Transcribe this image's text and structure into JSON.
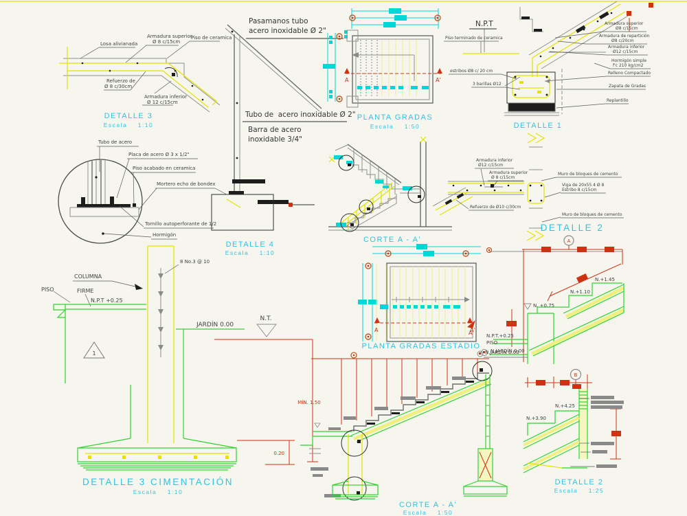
{
  "colors": {
    "background": "#f6f6ee",
    "yellow": "#e3e300",
    "pale_yellow": "#efef8e",
    "cyan_dim": "#00d8d8",
    "cyan_title": "#2cc3e2",
    "green": "#2fd32f",
    "red": "#cf3212",
    "gray_line": "#8f8f8f",
    "dark": "#2d2d2d",
    "label": "#3f3f3f"
  },
  "detalle3_losa": {
    "title": "DETALLE 3",
    "scale": "Escala    1:10",
    "losa": "Losa alivianada",
    "armadura_superior_1": "Armadura superior",
    "armadura_superior_2": "Ø 8 c/15cm",
    "piso": "Piso de ceramica",
    "refuerzo_1": "Refuerzo de",
    "refuerzo_2": "Ø 8 c/30cm",
    "armadura_inferior_1": "Armadura inferior",
    "armadura_inferior_2": "Ø 12 c/15cm"
  },
  "pasamanos": {
    "linea_1": "Pasamanos tubo",
    "linea_2": "acero inoxidable Ø 2\"",
    "tubo": "Tubo de  acero inoxidable Ø 2\"",
    "barra_1": "Barra de acero",
    "barra_2": "inoxidable 3/4\""
  },
  "detalle_circular": {
    "tubo": "Tubo de acero",
    "placa": "Placa de acero Ø 3 x 1/2\"",
    "piso": "Piso acabado en ceramica",
    "mortero": "Mortero echo de bondex",
    "tornillo": "Tornillo autoperforante de 1/2",
    "hormigon": "Hormigón"
  },
  "detalle4": {
    "title": "DETALLE 4",
    "scale": "Escala    1:10"
  },
  "planta_gradas": {
    "title": "PLANTA GRADAS",
    "scale": "Escala    1:50",
    "marca_a": "A",
    "marca_a2": "A'"
  },
  "detalle1": {
    "title": "DETALLE 1",
    "npt": "N.P.T",
    "piso_terminado": "Piso terminado de ceramica",
    "estribos": "estribos Ø8 c/ 20 cm",
    "barillas": "3 barillas Ø12",
    "armadura_superior_1": "Armadura superior",
    "armadura_superior_2": "Ø8 c/15cm",
    "armadura_reparticion_1": "Armadura de repartición",
    "armadura_reparticion_2": "Ø8 c/20cm",
    "armadura_inferior_1": "Armadura inferior",
    "armadura_inferior_2": "Ø12 c/15cm",
    "hormigon_1": "Hormigón simple",
    "hormigon_2": "f'c 210 kg/cm2",
    "relleno": "Relleno Compactado",
    "zapata": "Zapata de Gradas",
    "replantillo": "Replantillo"
  },
  "corte_aa": {
    "title": "CORTE A - A'"
  },
  "detalle2_muro": {
    "title": "DETALLE 2",
    "burbuja": "A",
    "armadura_inferior_1": "Armadura inferior",
    "armadura_inferior_2": "Ø12 c/15cm",
    "armadura_superior_1": "Armadura superior",
    "armadura_superior_2": "Ø 8 c/15cm",
    "muro_superior": "Muro de bloques de cemento",
    "viga_1": "Viga de 20x55 4 Ø 8",
    "viga_2": "Estribo 8 c/15cm",
    "refuerzo": "Refuerzo de Ø10 c/30cm",
    "muro_inferior": "Muro de bloques de cemento"
  },
  "cimentacion": {
    "title": "DETALLE 3 CIMENTACIÓN",
    "scale": "Escala    1:10",
    "columna": "COLUMNA",
    "piso": "PISO",
    "firme": "FIRME",
    "npt": "N.P.T +0.25",
    "refuerzo": "8 No.3 @ 10",
    "jardin": "JARDÍN 0.00",
    "nt": "N.T.",
    "marca_1": "1",
    "dim_020": "0.20"
  },
  "planta_estadio": {
    "title": "PLANTA GRADAS ESTADIO",
    "marca_a": "A",
    "marca_a2": "A'"
  },
  "elevacion": {
    "n_145": "N.+1.45",
    "n_110": "N.+1.10",
    "n_075": "N. +0.75",
    "npt": "N.P.T.+0.25",
    "piso": "PISO",
    "njardin": "N.JARDÍN 0.00",
    "marca_a2": "A'"
  },
  "corte_grande": {
    "title": "CORTE A - A'",
    "scale": "Escala    1:50",
    "njardin": "N.JARDÍN 0.00",
    "min": "MÍN. 1.50"
  },
  "detalle2_gradas": {
    "title": "DETALLE 2",
    "scale": "Escala    1:25",
    "burbuja": "B",
    "n_425": "N.+4.25",
    "n_390": "N.+3.90"
  }
}
